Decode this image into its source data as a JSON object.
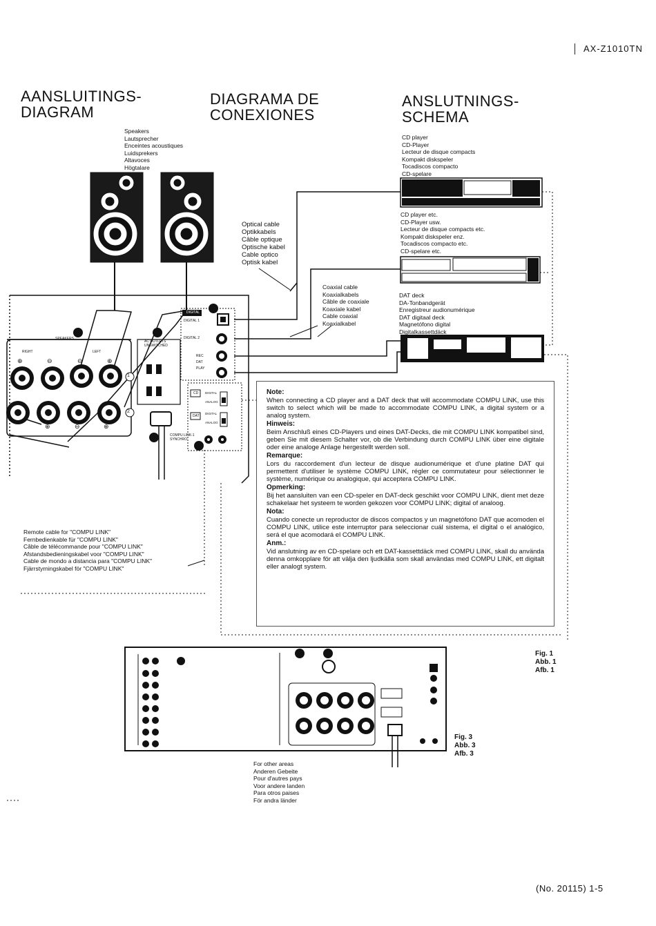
{
  "header": {
    "model": "AX-Z1010TN"
  },
  "titles": {
    "dutch": [
      "AANSLUITINGS-",
      "DIAGRAM"
    ],
    "spanish": [
      "DIAGRAMA DE",
      "CONEXIONES"
    ],
    "swedish": [
      "ANSLUTNINGS-",
      "SCHEMA"
    ]
  },
  "labels": {
    "speakers": [
      "Speakers",
      "Lautsprecher",
      "Enceintes acoustiques",
      "Luidsprekers",
      "Altavoces",
      "Högtalare"
    ],
    "cd_player": [
      "CD player",
      "CD-Player",
      "Lecteur de disque compacts",
      "Kompakt diskspeler",
      "Tocadiscos compacto",
      "CD-spelare"
    ],
    "cd_player_etc": [
      "CD player etc.",
      "CD-Player usw.",
      "Lecteur de disque compacts etc.",
      "Kompakt diskspeler enz.",
      "Tocadiscos compacto etc.",
      "CD-spelare etc."
    ],
    "optical_cable": [
      "Optical cable",
      "Optikkabels",
      "Câble optique",
      "Optische kabel",
      "Cable optico",
      "Optisk kabel"
    ],
    "coaxial_cable": [
      "Coaxial cable",
      "Koaxialkabels",
      "Câble de coaxiale",
      "Koaxiale kabel",
      "Cable coaxial",
      "Koaxialkabel"
    ],
    "dat_deck": [
      "DAT deck",
      "DA-Tonbandgerät",
      "Enregistreur audionumérique",
      "DAT digitaal deck",
      "Magnetófono digital",
      "Digitalkassettdäck"
    ],
    "remote_cable": [
      "Remote cable for \"COMPU LINK\"",
      "Fernbedienkable für \"COMPU LINK\"",
      "Câble de télécommande pour \"COMPU LINK\"",
      "Afstandsbedieningskabel voor \"COMPU LINK\"",
      "Cable de mondo a distancia para \"COMPU LINK\"",
      "Fjärrstyrningskabel för \"COMPU LINK\""
    ],
    "other_areas": [
      "For other areas",
      "Anderen Gebeite",
      "Pour d'autres pays",
      "Voor andere landen",
      "Para otros paises",
      "För andra länder"
    ]
  },
  "panel": {
    "speakers": "SPEAKERS",
    "right": "RIGHT",
    "left": "LEFT",
    "ac_outlets": "AC OUTLETS",
    "unswitched": "UNSWITCHED",
    "digital": "DIGITAL",
    "digital_1": "DIGITAL 1",
    "digital_2": "DIGITAL 2",
    "rec": "REC",
    "dat": "DAT",
    "play": "PLAY",
    "cd": "CD",
    "analog": "ANALOG",
    "compu_link": "COMPU LINK-1",
    "synchro": "SYNCHRO",
    "num_1": "1",
    "num_2": "2"
  },
  "note": [
    {
      "heading": "Note:",
      "text": "When connecting a CD player and a DAT deck that will accommodate COMPU LINK, use this switch to select which will be made to accommodate COMPU LINK, a digital system or a analog system."
    },
    {
      "heading": "Hinweis:",
      "text": "Beim Anschluß eines CD-Players und eines DAT-Decks, die mit COMPU LINK kompatibel sind, geben Sie mit diesem Schalter vor, ob die Verbindung durch COMPU LINK über eine digitale oder eine analoge Anlage hergestellt werden soll."
    },
    {
      "heading": "Remarque:",
      "text": "Lors du raccordement d'un lecteur de disque audionumérique et d'une platine DAT qui permettent d'utiliser le système COMPU LINK, régler ce commutateur pour sélectionner le système, numérique ou analogique, qui acceptera COMPU LINK."
    },
    {
      "heading": "Opmerking:",
      "text": "Bij het aansluiten van een CD-speler en DAT-deck geschikt voor COMPU LINK, dient met deze schakelaar het systeem te worden gekozen voor COMPU LINK; digital of analoog."
    },
    {
      "heading": "Nota:",
      "text": "Cuando conecte un reproductor de discos compactos y un magnetófono DAT que acomoden el COMPU LINK, utilice este interruptor para seleccionar cuál sistema, el digital o el analógico, será el que acomodará el COMPU LINK."
    },
    {
      "heading": "Anm.:",
      "text": "Vid anslutning av en CD-spelare och ett DAT-kassettdäck med COMPU LINK, skall du använda denna omkopplare för att välja den ljudkälla som skall användas med COMPU LINK, ett digitalt eller analogt system."
    }
  ],
  "figs": {
    "fig1": [
      "Fig. 1",
      "Abb. 1",
      "Afb. 1"
    ],
    "fig3": [
      "Fig. 3",
      "Abb. 3",
      "Afb. 3"
    ]
  },
  "footer": {
    "page": "(No. 20115)  1-5"
  }
}
